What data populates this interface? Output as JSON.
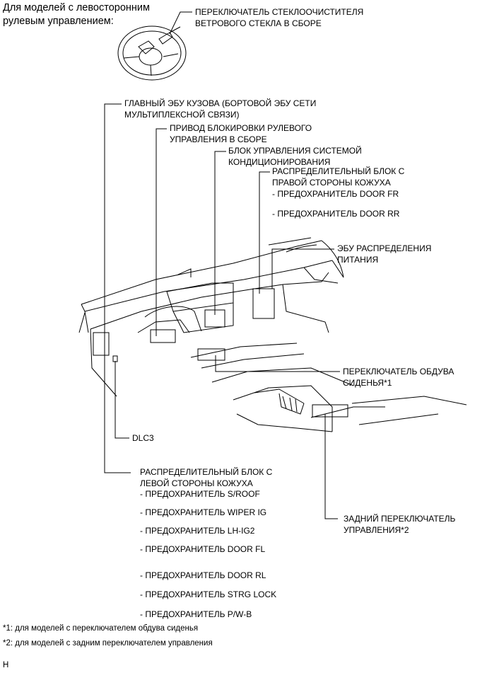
{
  "header": {
    "line1": "Для моделей с левосторонним",
    "line2": "рулевым управлением:"
  },
  "labels": {
    "wiper_switch": {
      "l1": "ПЕРЕКЛЮЧАТЕЛЬ СТЕКЛООЧИСТИТЕЛЯ",
      "l2": "ВЕТРОВОГО СТЕКЛА В СБОРЕ"
    },
    "main_body_ecu": {
      "l1": "ГЛАВНЫЙ ЭБУ КУЗОВА (БОРТОВОЙ ЭБУ СЕТИ",
      "l2": "МУЛЬТИПЛЕКСНОЙ СВЯЗИ)"
    },
    "steering_lock": {
      "l1": "ПРИВОД БЛОКИРОВКИ РУЛЕВОГО",
      "l2": "УПРАВЛЕНИЯ В СБОРЕ"
    },
    "ac_control": {
      "l1": "БЛОК УПРАВЛЕНИЯ СИСТЕМОЙ",
      "l2": "КОНДИЦИОНИРОВАНИЯ"
    },
    "rh_junction": {
      "l1": "РАСПРЕДЕЛИТЕЛЬНЫЙ БЛОК С",
      "l2": "ПРАВОЙ СТОРОНЫ КОЖУХА",
      "fuses": [
        "- ПРЕДОХРАНИТЕЛЬ DOOR FR",
        "- ПРЕДОХРАНИТЕЛЬ DOOR RR"
      ]
    },
    "power_ecu": {
      "l1": "ЭБУ РАСПРЕДЕЛЕНИЯ",
      "l2": "ПИТАНИЯ"
    },
    "seat_heater": {
      "l1": "ПЕРЕКЛЮЧАТЕЛЬ ОБДУВА",
      "l2": "СИДЕНЬЯ*1"
    },
    "dlc3": "DLC3",
    "lh_junction": {
      "l1": "РАСПРЕДЕЛИТЕЛЬНЫЙ БЛОК С",
      "l2": "ЛЕВОЙ СТОРОНЫ КОЖУХА",
      "fuses": [
        "- ПРЕДОХРАНИТЕЛЬ S/ROOF",
        "- ПРЕДОХРАНИТЕЛЬ WIPER IG",
        "- ПРЕДОХРАНИТЕЛЬ LH-IG2",
        "- ПРЕДОХРАНИТЕЛЬ DOOR FL",
        "- ПРЕДОХРАНИТЕЛЬ DOOR RL",
        "- ПРЕДОХРАНИТЕЛЬ STRG LOCK",
        "- ПРЕДОХРАНИТЕЛЬ P/W-B"
      ]
    },
    "rear_control": {
      "l1": "ЗАДНИЙ ПЕРЕКЛЮЧАТЕЛЬ",
      "l2": "УПРАВЛЕНИЯ*2"
    }
  },
  "footnotes": [
    "*1: для моделей с переключателем обдува сиденья",
    "*2: для моделей с задним переключателем управления"
  ],
  "corner_mark": "H"
}
